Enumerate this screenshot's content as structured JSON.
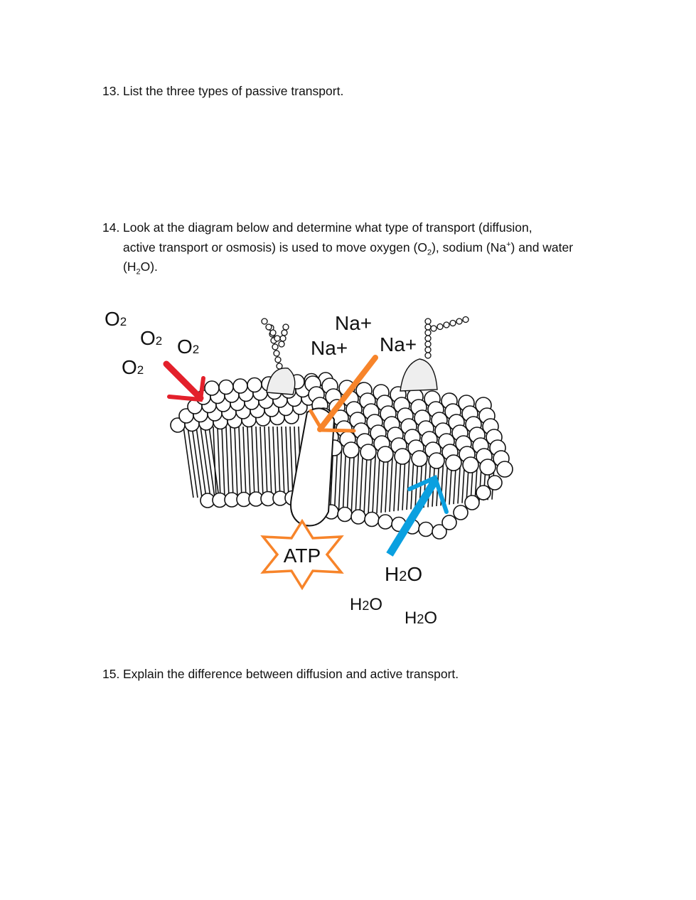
{
  "questions": [
    {
      "number": "13.",
      "text": "List the three types of passive transport."
    },
    {
      "number": "14.",
      "line1": "Look at the diagram below and determine what type of transport (diffusion,",
      "line2_a": "active transport or osmosis) is used to move oxygen (O",
      "line2_sub": "2",
      "line2_b": "), sodium (Na",
      "line2_sup": "+",
      "line2_c": ") and water",
      "line3_a": "(H",
      "line3_sub": "2",
      "line3_b": "O)."
    },
    {
      "number": "15.",
      "text": "Explain the difference between diffusion and active transport."
    }
  ],
  "diagram": {
    "oxygen_labels": [
      {
        "base": "O",
        "sub": "2"
      },
      {
        "base": "O",
        "sub": "2"
      },
      {
        "base": "O",
        "sub": "2"
      },
      {
        "base": "O",
        "sub": "2"
      }
    ],
    "sodium_labels": [
      "Na+",
      "Na+",
      "Na+"
    ],
    "atp_label": "ATP",
    "water_labels": [
      {
        "a": "H",
        "sub": "2",
        "b": "O"
      },
      {
        "a": "H",
        "sub": "2",
        "b": "O"
      },
      {
        "a": "H",
        "sub": "2",
        "b": "O"
      }
    ],
    "colors": {
      "oxygen_arrow": "#e3202b",
      "sodium_arrow": "#f7842a",
      "water_arrow": "#0aa0e0",
      "atp_star": "#f7842a"
    }
  }
}
